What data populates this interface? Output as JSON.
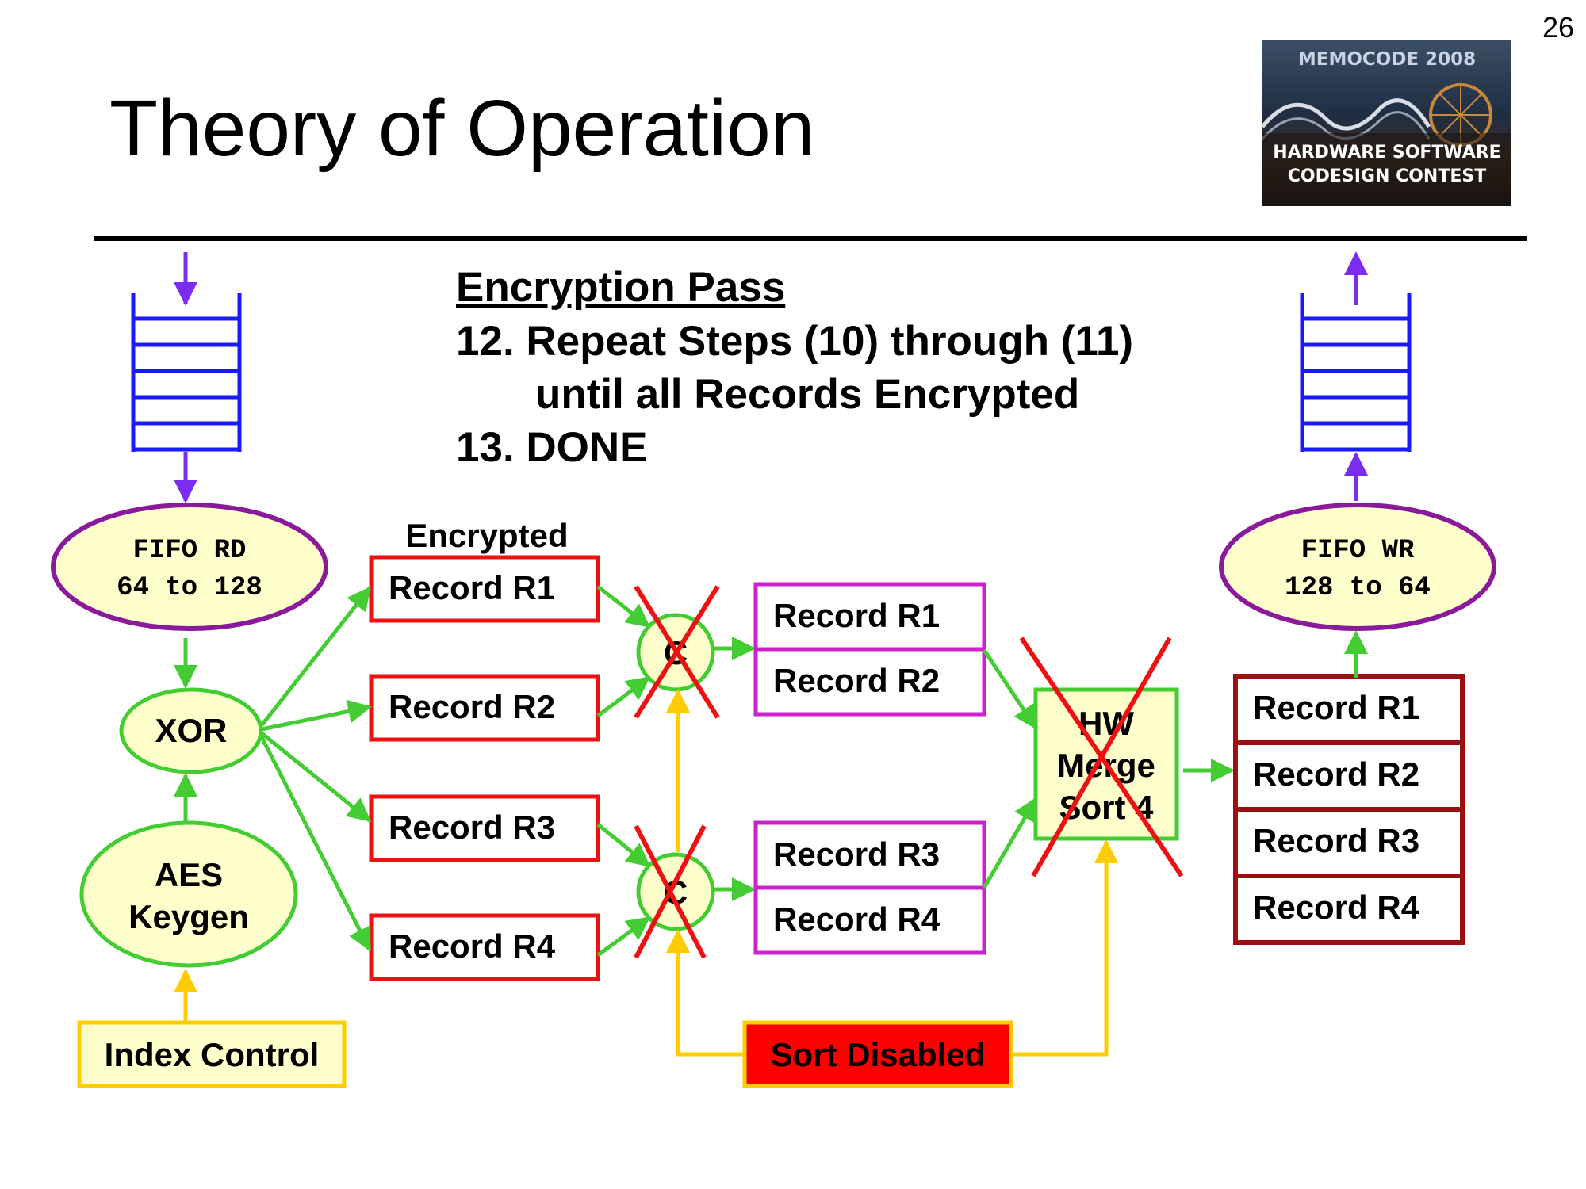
{
  "slide": {
    "number": "26",
    "title": "Theory of Operation"
  },
  "logo": {
    "line1": "MEMOCODE 2008",
    "line2": "HARDWARE SOFTWARE",
    "line3": "CODESIGN CONTEST"
  },
  "steps": {
    "title": "Encryption Pass",
    "step12a": "12. Repeat Steps (10) through (11)",
    "step12b": "until all Records Encrypted",
    "step13": "13. DONE"
  },
  "diagram": {
    "fifo_rd": {
      "line1": "FIFO RD",
      "line2": "64 to 128"
    },
    "fifo_wr": {
      "line1": "FIFO WR",
      "line2": "128 to 64"
    },
    "xor": "XOR",
    "aes": {
      "line1": "AES",
      "line2": "Keygen"
    },
    "index_control": "Index Control",
    "encrypted_label": "Encrypted",
    "red_records": [
      "Record R1",
      "Record R2",
      "Record R3",
      "Record R4"
    ],
    "compare_label": "C",
    "purple_records": [
      "Record R1",
      "Record R2",
      "Record R3",
      "Record R4"
    ],
    "merge": {
      "line1": "HW",
      "line2": "Merge",
      "line3": "Sort 4"
    },
    "output_records": [
      "Record R1",
      "Record R2",
      "Record R3",
      "Record R4"
    ],
    "sort_disabled": "Sort Disabled"
  },
  "colors": {
    "fifo_blue": "#1a1aff",
    "arrow_purple": "#7b2cf0",
    "ellipse_fill": "#ffffcc",
    "ellipse_purple_stroke": "#8b1a9b",
    "green": "#44cc33",
    "red_box": "#ee1111",
    "purple_box": "#cc22cc",
    "dark_red_box": "#991111",
    "yellow": "#ffcc00",
    "sort_disabled_fill": "#ff0000"
  }
}
